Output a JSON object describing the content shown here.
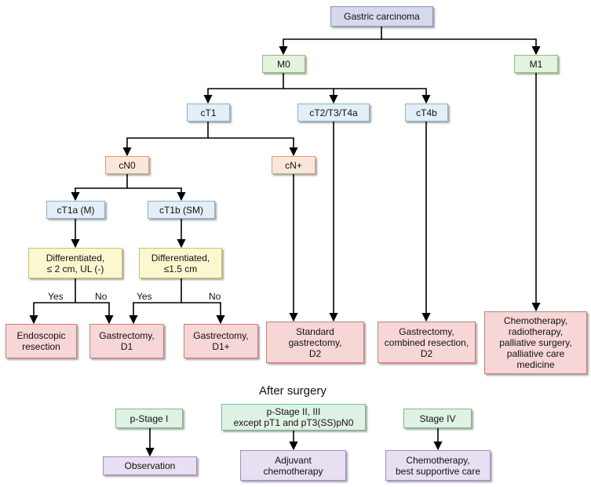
{
  "nodes": {
    "gastric_carcinoma": "Gastric carcinoma",
    "m0": "M0",
    "m1": "M1",
    "ct1": "cT1",
    "ct2_t3_t4a": "cT2/T3/T4a",
    "ct4b": "cT4b",
    "cn0": "cN0",
    "cn_plus": "cN+",
    "ct1a": "cT1a (M)",
    "ct1b": "cT1b (SM)",
    "diff_2cm": "Differentiated,\n≤ 2 cm, UL (-)",
    "diff_1_5cm": "Differentiated,\n≤1.5 cm",
    "endoscopic_resection": "Endoscopic\nresection",
    "gastrectomy_d1": "Gastrectomy,\nD1",
    "gastrectomy_d1_plus": "Gastrectomy,\nD1+",
    "standard_gastrectomy": "Standard\ngastrectomy,\nD2",
    "gastrectomy_combined": "Gastrectomy,\ncombined resection,\nD2",
    "chemo_m1": "Chemotherapy,\nradiotherapy,\npalliative surgery,\npalliative care\nmedicine"
  },
  "edge_labels": {
    "yes_1": "Yes",
    "no_1": "No",
    "yes_2": "Yes",
    "no_2": "No"
  },
  "after_surgery": {
    "heading": "After surgery",
    "p_stage_1": "p-Stage I",
    "p_stage_2_3": "p-Stage II, III\nexcept pT1 and pT3(SS)pN0",
    "stage_4": "Stage IV",
    "observation": "Observation",
    "adjuvant": "Adjuvant\nchemotherapy",
    "best_supportive": "Chemotherapy,\nbest supportive care"
  }
}
